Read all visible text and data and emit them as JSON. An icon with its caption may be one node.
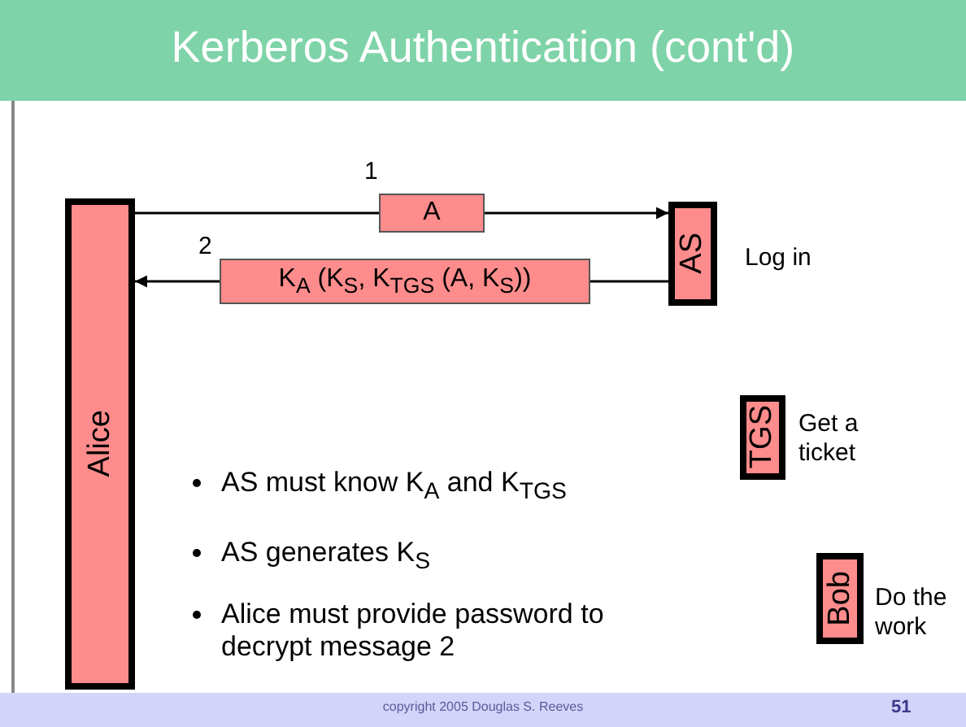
{
  "diagram": {
    "title": "Kerberos Authentication (cont'd)",
    "nodes": [
      {
        "text": [
          "Alice"
        ]
      },
      {
        "text": [
          "AS"
        ],
        "beside": [
          "Log in"
        ]
      },
      {
        "text": [
          "TGS"
        ],
        "beside": [
          "Get a ticket"
        ]
      },
      {
        "text": [
          "Bob"
        ],
        "beside": [
          "Do the work"
        ]
      }
    ],
    "edges": [
      {
        "from": 0,
        "to": 1,
        "arrow": "to",
        "label": "A"
      },
      {
        "from": 1,
        "to": 0,
        "arrow": "to",
        "label": "K$_{A}$ (K$_{S}$, K$_{TGS}$ (A, K$_{S}$))"
      }
    ],
    "labels": [
      "1",
      "2",
      "AS must know K$_{A}$ and K$_{TGS}$",
      "AS generates K$_{S}$",
      "Alice must provide password to decrypt message 2",
      "copyright 2005 Douglas S. Reeves",
      "51"
    ]
  }
}
